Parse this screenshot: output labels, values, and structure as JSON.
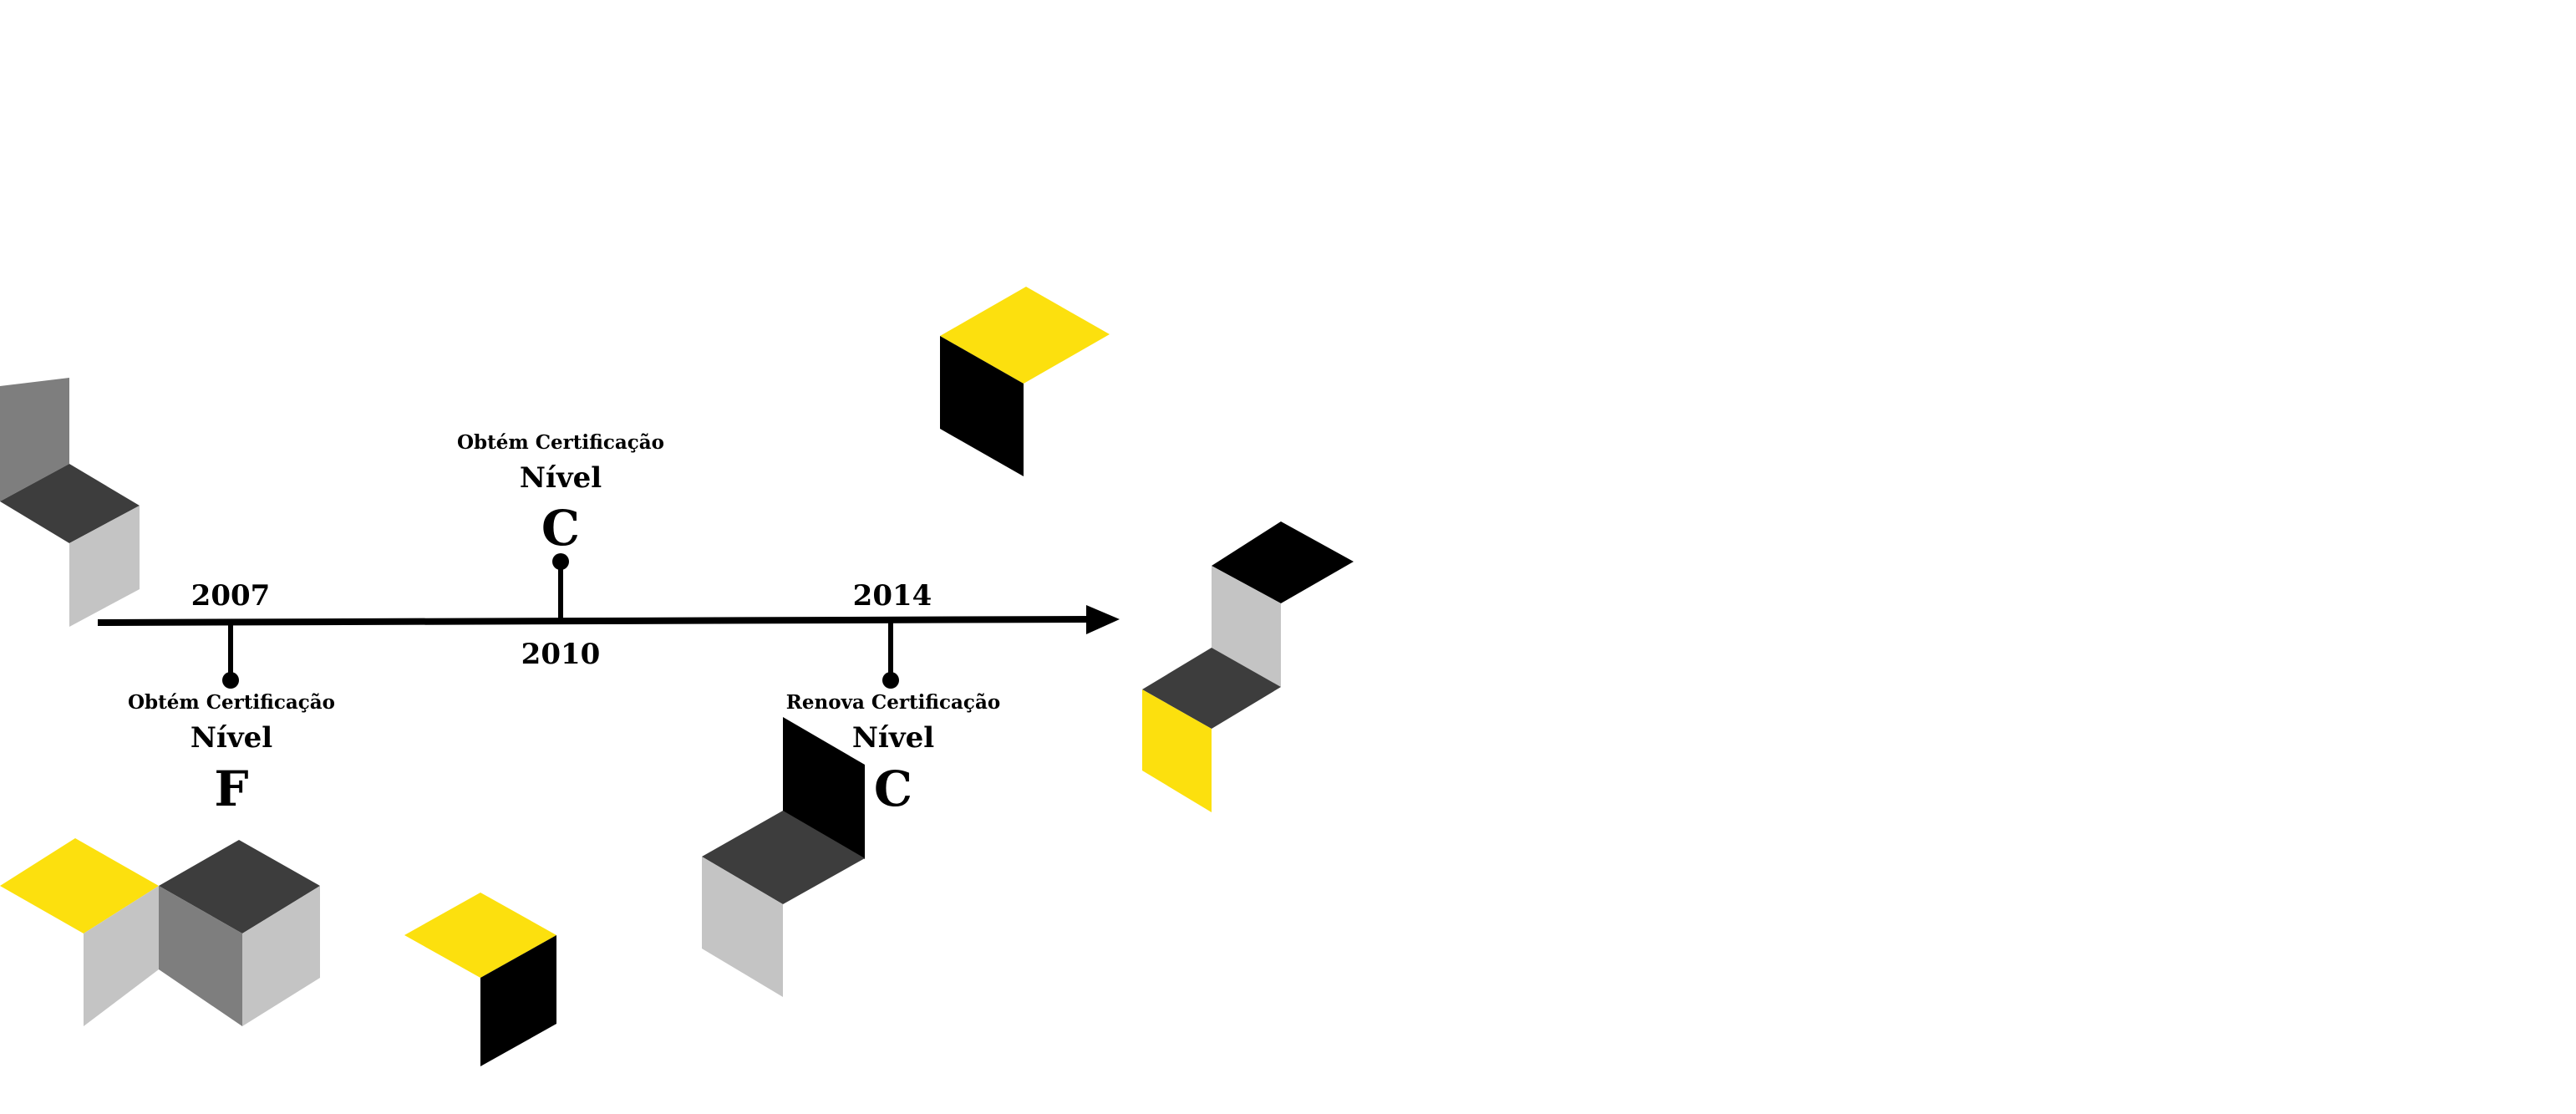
{
  "colors": {
    "yellow": "#fce00e",
    "black": "#000000",
    "dark_gray": "#3d3d3d",
    "mid_gray": "#7e7e7e",
    "light_gray": "#c4c4c4",
    "timeline": "#000000"
  },
  "timeline": {
    "events": [
      {
        "year": "2007",
        "caption": "Obtém Certificação",
        "level_label": "Nível",
        "level": "F"
      },
      {
        "year": "2010",
        "caption": "Obtém Certificação",
        "level_label": "Nível",
        "level": "C"
      },
      {
        "year": "2014",
        "caption": "Renova Certificação",
        "level_label": "Nível",
        "level": "C"
      }
    ]
  }
}
